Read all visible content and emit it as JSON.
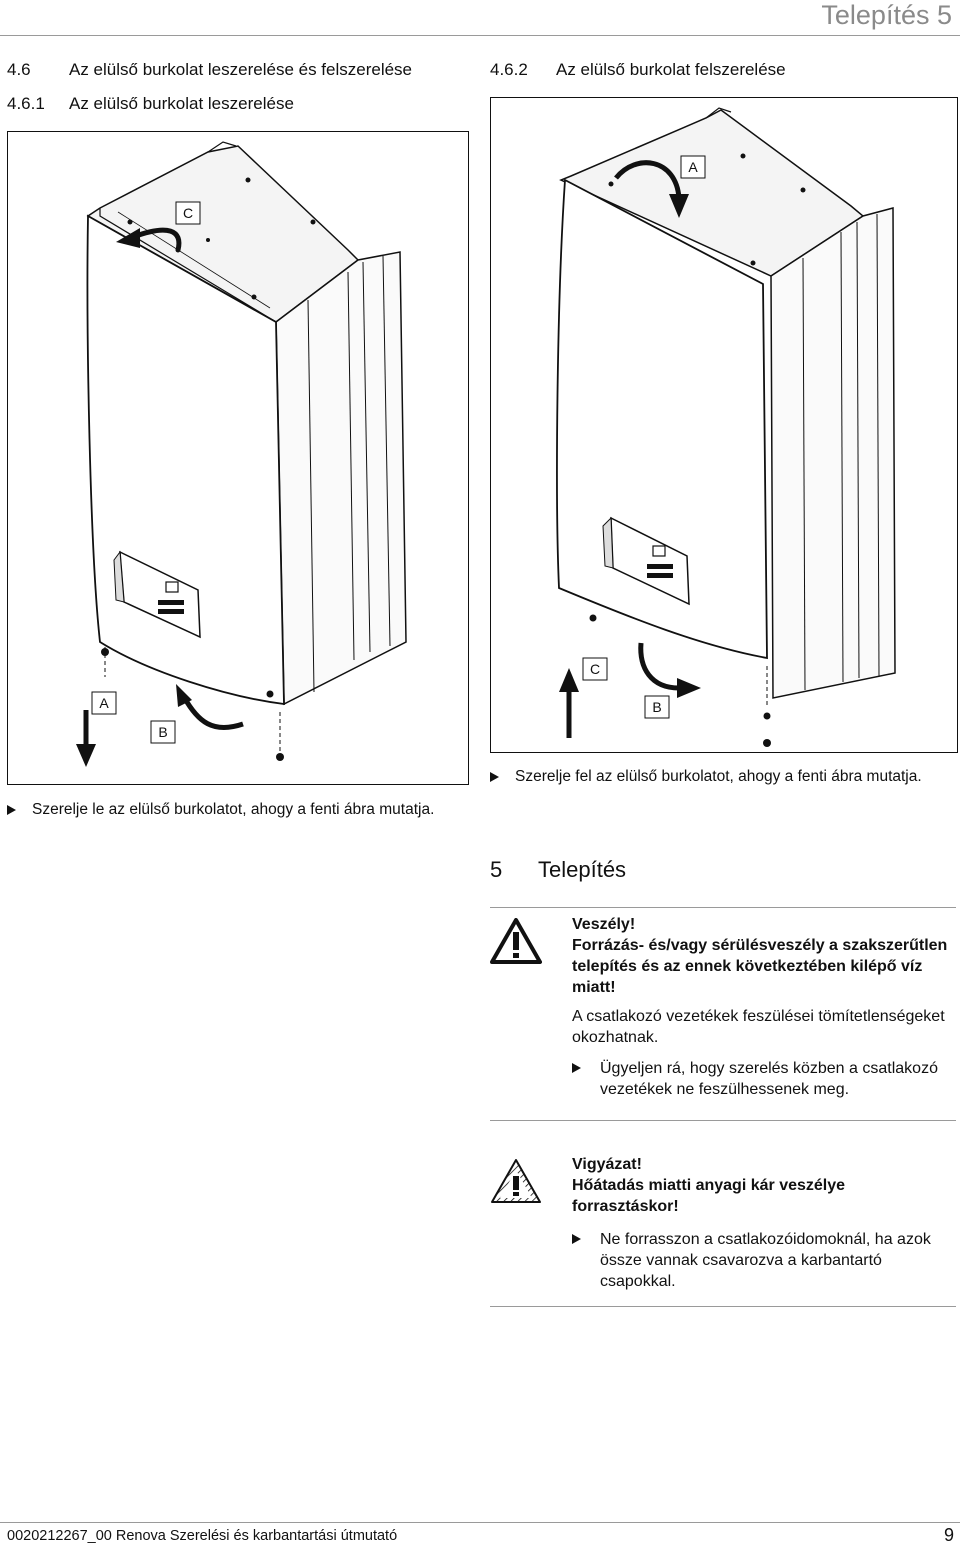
{
  "header": {
    "chapter": "Telepítés 5"
  },
  "left": {
    "heading_main": {
      "num": "4.6",
      "text": "Az elülső burkolat leszerelése és felszerelése"
    },
    "heading_sub": {
      "num": "4.6.1",
      "text": "Az elülső burkolat leszerelése"
    },
    "figure_labels": {
      "a": "A",
      "b": "B",
      "c": "C"
    },
    "instruction": "Szerelje le az elülső burkolatot, ahogy a fenti ábra mutatja."
  },
  "right": {
    "heading_sub": {
      "num": "4.6.2",
      "text": "Az elülső burkolat felszerelése"
    },
    "figure_labels": {
      "a": "A",
      "b": "B",
      "c": "C"
    },
    "instruction": "Szerelje fel az elülső burkolatot, ahogy a fenti ábra mutatja."
  },
  "section": {
    "num": "5",
    "title": "Telepítés"
  },
  "danger": {
    "signal": "Veszély!",
    "title": "Forrázás- és/vagy sérülésveszély a szakszerűtlen telepítés és az ennek következtében kilépő víz miatt!",
    "body": "A csatlakozó vezetékek feszülései tömítetlenségeket okozhatnak.",
    "step": "Ügyeljen rá, hogy szerelés közben a csatlakozó vezetékek ne feszülhessenek meg."
  },
  "caution": {
    "signal": "Vigyázat!",
    "title": "Hőátadás miatti anyagi kár veszélye forrasztáskor!",
    "step": "Ne forrasszon a csatlakozóidomoknál, ha azok össze vannak csavarozva a karbantartó csapokkal."
  },
  "footer": {
    "doc": "0020212267_00 Renova Szerelési és karbantartási útmutató",
    "page": "9"
  },
  "icons": {
    "danger": "warning-triangle-icon",
    "caution": "warning-triangle-hatched-icon",
    "bullet": "triangle-bullet-icon"
  }
}
